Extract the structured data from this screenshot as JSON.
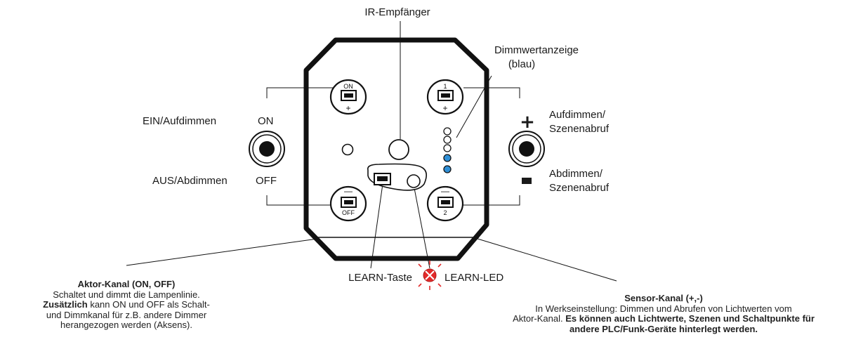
{
  "labels": {
    "ir_receiver": "IR-Empfänger",
    "dim_display_line1": "Dimmwertanzeige",
    "dim_display_line2": "(blau)",
    "on_dim_up": "EIN/Aufdimmen",
    "on": "ON",
    "off_dim_down": "AUS/Abdimmen",
    "off": "OFF",
    "dim_up_line1": "Aufdimmen/",
    "dim_up_line2": "Szenenabruf",
    "dim_down_line1": "Abdimmen/",
    "dim_down_line2": "Szenenabruf",
    "learn_button": "LEARN-Taste",
    "learn_led": "LEARN-LED",
    "plus_sign": "+",
    "minus_sign": "-"
  },
  "buttons": {
    "on_top": "ON",
    "on_bottom": "+",
    "one_top": "1",
    "one_bottom": "+",
    "off_top": "—",
    "off_bottom": "OFF",
    "two_top": "—",
    "two_bottom": "2"
  },
  "dim_leds": {
    "count": 5,
    "lit": 2,
    "lit_color": "#2f8fd6"
  },
  "actor_caption": {
    "title": "Aktor-Kanal (ON, OFF)",
    "line1": "Schaltet und dimmt die Lampenlinie.",
    "bold2": "Zusätzlich",
    "line2": " kann ON und OFF als Schalt-",
    "line3": "und Dimmkanal für z.B. andere Dimmer",
    "line4": "herangezogen werden (Aksens)."
  },
  "sensor_caption": {
    "title": "Sensor-Kanal (+,-)",
    "line1": "In Werkseinstellung: Dimmen und Abrufen von Lichtwerten vom",
    "line2a": "Aktor-Kanal. ",
    "bold2": "Es können auch Lichtwerte, Szenen und Schaltpunkte für",
    "bold3": "andere PLC/Funk-Geräte hinterlegt werden."
  }
}
